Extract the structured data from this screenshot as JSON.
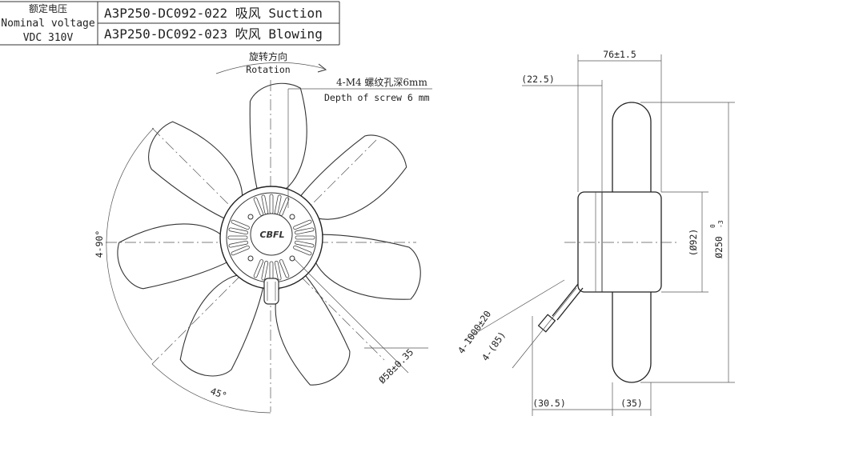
{
  "spec_table": {
    "voltage_label_cn": "额定电压",
    "voltage_label_en": "Nominal voltage",
    "voltage_value": "VDC 310V",
    "models": [
      "A3P250-DC092-022 吸风 Suction",
      "A3P250-DC092-023 吹风 Blowing"
    ]
  },
  "front_view": {
    "rotation_cn": "旋转方向",
    "rotation_en": "Rotation",
    "screw_cn": "4-M4 螺纹孔深6mm",
    "screw_en": "Depth of screw 6 mm",
    "angle_90": "4-90°",
    "angle_45": "45°",
    "bolt_circle": "Ø58±0.35",
    "logo": "CBFL"
  },
  "side_view": {
    "depth_total": "76±1.5",
    "offset_top": "(22.5)",
    "hub_dia": "(Ø92)",
    "fan_dia": "Ø250",
    "fan_dia_tol_upper": "0",
    "fan_dia_tol_lower": "-3",
    "cable_length": "4-1000±20",
    "cable_strip": "4-(85)",
    "offset_bottom_left": "(30.5)",
    "offset_bottom_right": "(35)"
  }
}
